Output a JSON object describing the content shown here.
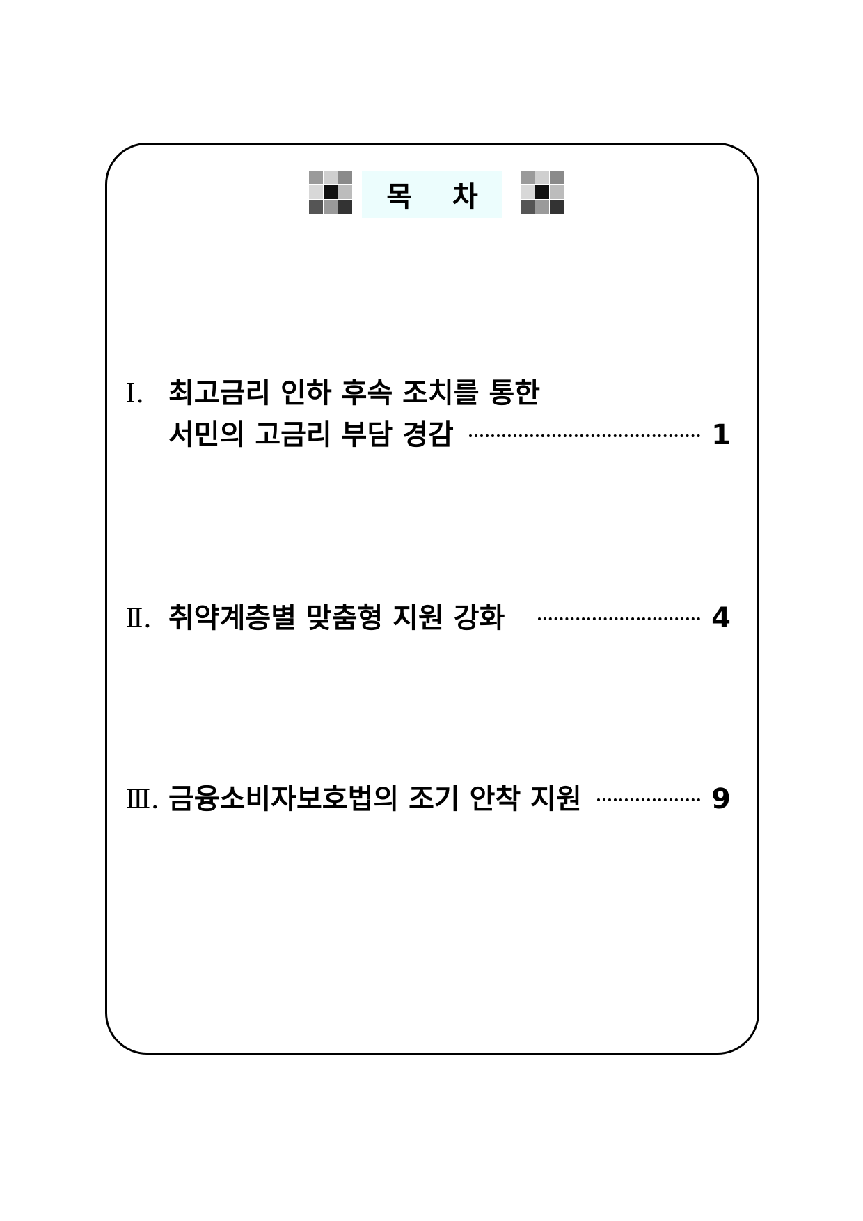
{
  "heading": {
    "title": "목 차",
    "title_background": "#ecfdfd",
    "left_ornament": "pixel-block-icon",
    "right_ornament": "pixel-block-icon"
  },
  "toc": {
    "items": [
      {
        "numeral": "Ⅰ.",
        "line1": "최고금리 인하 후속 조치를 통한",
        "line2": "서민의 고금리 부담 경감",
        "page": "1"
      },
      {
        "numeral": "Ⅱ.",
        "line1": "취약계층별 맞춤형 지원 강화",
        "page": "4"
      },
      {
        "numeral": "Ⅲ.",
        "line1": "금융소비자보호법의 조기 안착 지원",
        "page": "9"
      }
    ]
  }
}
